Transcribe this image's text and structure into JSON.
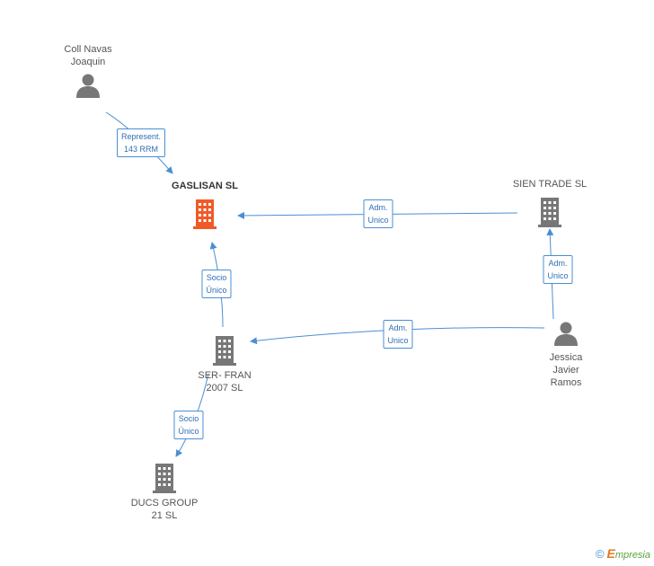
{
  "nodes": [
    {
      "id": "coll",
      "type": "person",
      "label": "Coll Navas\nJoaquin",
      "highlight": false
    },
    {
      "id": "gaslisan",
      "type": "company",
      "label": "GASLISAN SL",
      "highlight": true
    },
    {
      "id": "sien",
      "type": "company",
      "label": "SIEN TRADE SL",
      "highlight": false
    },
    {
      "id": "serfran",
      "type": "company",
      "label": "SER- FRAN\n2007 SL",
      "highlight": false
    },
    {
      "id": "jessica",
      "type": "person",
      "label": "Jessica\nJavier\nRamos",
      "highlight": false
    },
    {
      "id": "ducs",
      "type": "company",
      "label": "DUCS GROUP\n21 SL",
      "highlight": false
    }
  ],
  "edges": [
    {
      "from": "coll",
      "to": "gaslisan",
      "label": "Represent.\n143 RRM"
    },
    {
      "from": "sien",
      "to": "gaslisan",
      "label": "Adm.\nUnico"
    },
    {
      "from": "jessica",
      "to": "sien",
      "label": "Adm.\nUnico"
    },
    {
      "from": "serfran",
      "to": "gaslisan",
      "label": "Socio\nÚnico"
    },
    {
      "from": "jessica",
      "to": "serfran",
      "label": "Adm.\nUnico"
    },
    {
      "from": "serfran",
      "to": "ducs",
      "label": "Socio\nÚnico"
    }
  ],
  "colors": {
    "edge": "#4a8fd4",
    "node": "#777777",
    "highlight": "#f05a28"
  },
  "footer": {
    "copyright": "©",
    "brand_initial": "E",
    "brand_rest": "mpresia"
  }
}
